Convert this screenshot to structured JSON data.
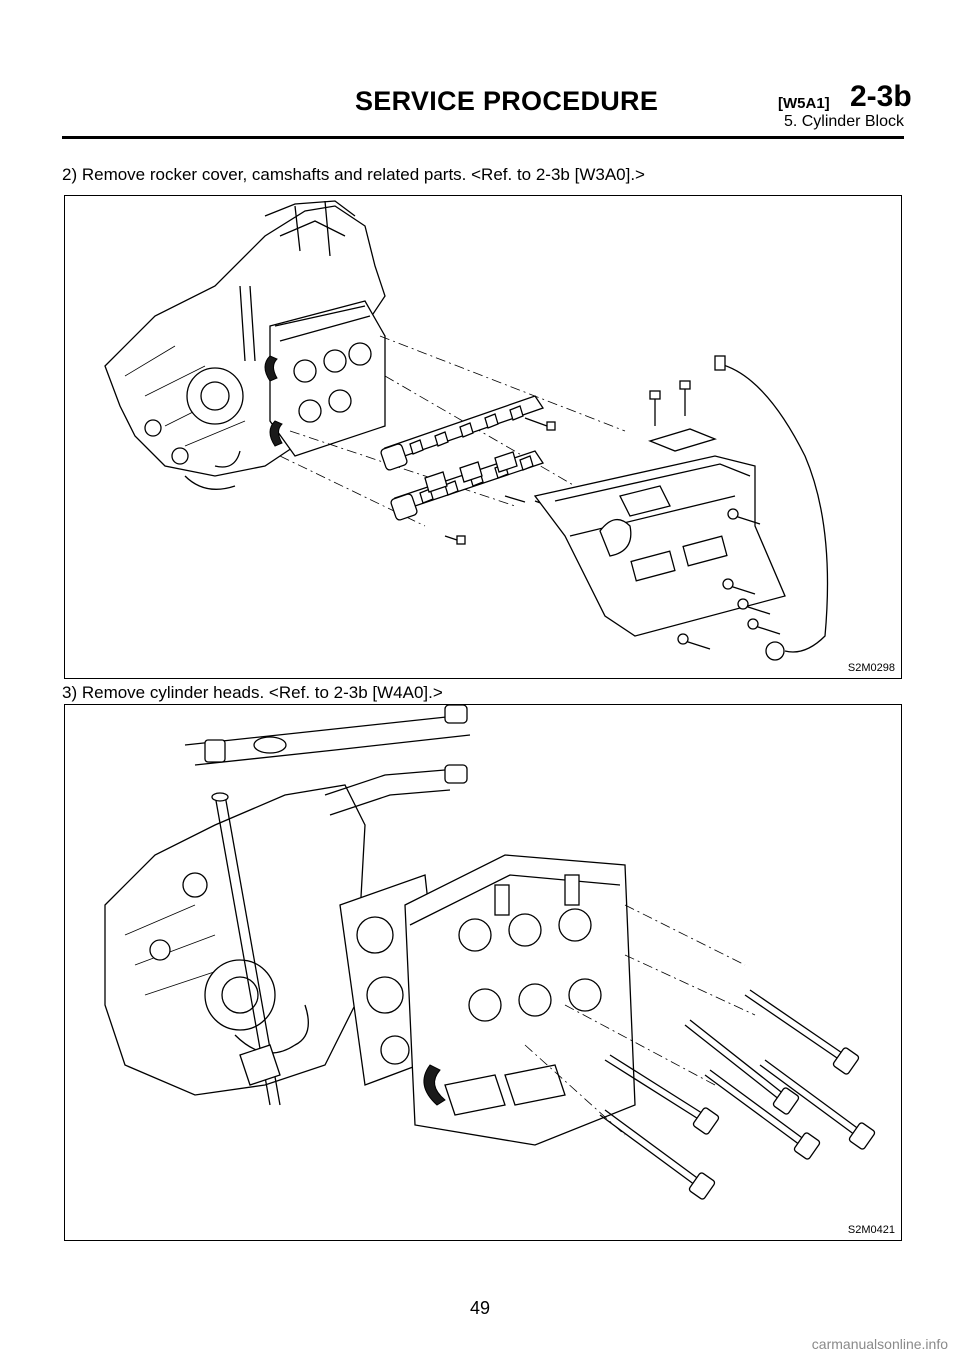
{
  "header": {
    "title": "SERVICE PROCEDURE",
    "code": "[W5A1]",
    "section": "2-3b",
    "subtitle": "5. Cylinder Block"
  },
  "steps": [
    {
      "text": "2) Remove rocker cover, camshafts and related parts. <Ref. to 2-3b [W3A0].>",
      "figure_code": "S2M0298",
      "figure_icon": "rocker-cover-camshaft-exploded-illustration"
    },
    {
      "text": "3) Remove cylinder heads. <Ref. to 2-3b [W4A0].>",
      "figure_code": "S2M0421",
      "figure_icon": "cylinder-head-removal-illustration"
    }
  ],
  "page_number": "49",
  "watermark": "carmanualsonline.info"
}
